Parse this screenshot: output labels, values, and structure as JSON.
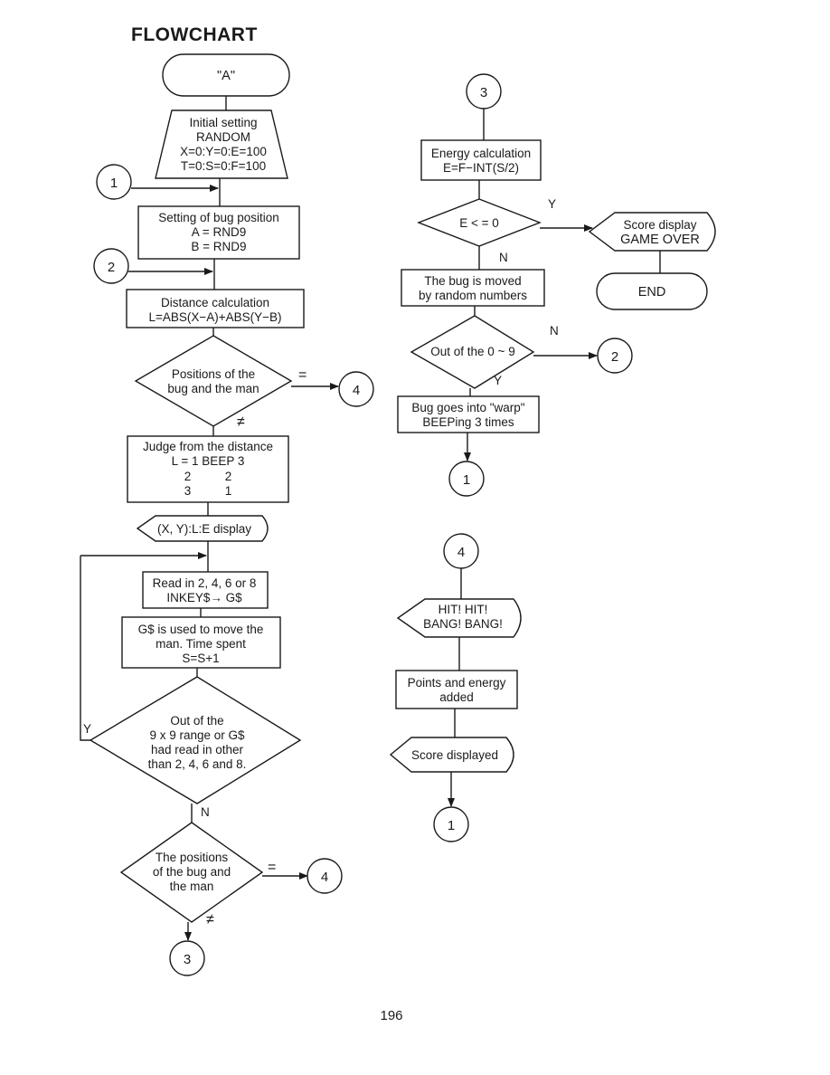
{
  "title": "FLOWCHART",
  "page_number": "196",
  "nodes": {
    "start": [
      "\"A\""
    ],
    "init": [
      "Initial setting",
      "RANDOM",
      "X=0:Y=0:E=100",
      "T=0:S=0:F=100"
    ],
    "bugpos": [
      "Setting of bug position",
      "A = RND9",
      "B = RND9"
    ],
    "dist": [
      "Distance calculation",
      "L=ABS(X−A)+ABS(Y−B)"
    ],
    "pos1": [
      "Positions of the",
      "bug and the man"
    ],
    "judge": [
      "Judge from the distance",
      "L = 1  BEEP 3",
      "2          2",
      "3          1"
    ],
    "xydisp": [
      "(X, Y):L:E display"
    ],
    "readin": [
      "Read in 2, 4, 6 or 8",
      "INKEY$→ G$"
    ],
    "gmove": [
      "G$ is used to move the",
      "man. Time spent",
      "S=S+1"
    ],
    "outrange": [
      "Out of the",
      "9 x 9 range or G$",
      "had read in other",
      "than 2, 4, 6 and 8."
    ],
    "pos2": [
      "The positions",
      "of the bug and",
      "the man"
    ],
    "energy": [
      "Energy calculation",
      "E=F−INT(S/2)"
    ],
    "echeck": [
      "E < = 0"
    ],
    "scoreover": [
      "Score display",
      "GAME OVER"
    ],
    "end": [
      "END"
    ],
    "bugmove": [
      "The bug is moved",
      "by random numbers"
    ],
    "outof": [
      "Out of the 0 ~ 9"
    ],
    "warp": [
      "Bug goes into \"warp\"",
      "BEEPing 3 times"
    ],
    "hit": [
      "HIT! HIT!",
      "BANG! BANG!"
    ],
    "points": [
      "Points and energy",
      "added"
    ],
    "scoredisp": [
      "Score displayed"
    ]
  },
  "connectors": {
    "c1": "1",
    "c2": "2",
    "c4a": "4",
    "c4b": "4",
    "c3a": "3",
    "c3b": "3",
    "c2b": "2",
    "c1b": "1",
    "c4top": "4",
    "c1c": "1"
  },
  "edge_labels": {
    "pos1_eq": "=",
    "pos1_neq": "≠",
    "range_yes": "Y",
    "range_no": "N",
    "pos2_eq": "=",
    "pos2_neq": "≠",
    "echeck_yes": "Y",
    "echeck_no": "N",
    "outof_no": "N",
    "outof_yes": "Y"
  }
}
